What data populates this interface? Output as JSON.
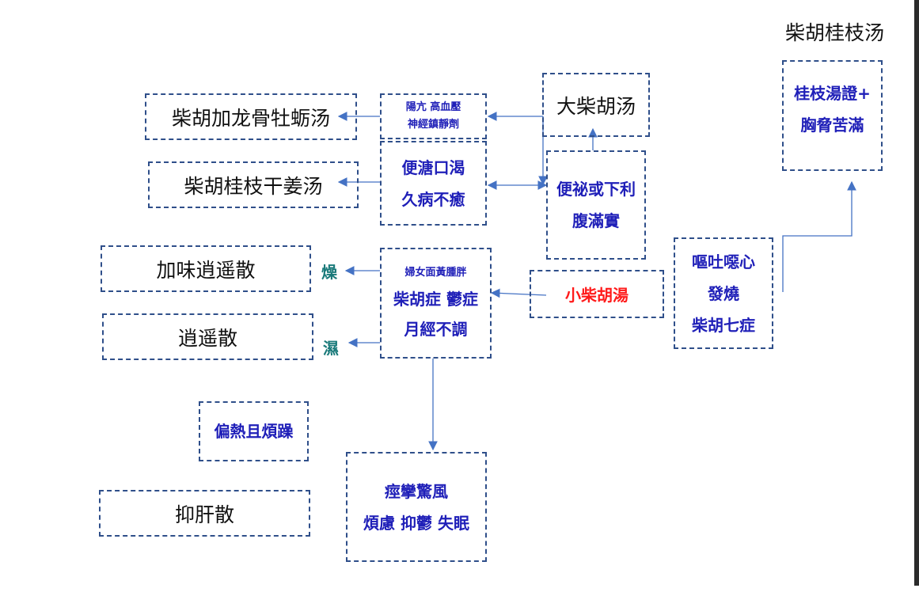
{
  "header_label": "柴胡桂枝汤",
  "nodes": {
    "longgu": "柴胡加龙骨牡蛎汤",
    "guizhi_ganjiang": "柴胡桂枝干姜汤",
    "jiawei_xiaoyao": "加味逍遥散",
    "xiaoyao": "逍遥散",
    "yigan": "抑肝散",
    "pianre": "偏熱且煩躁",
    "yangkang_line1": "陽亢  高血壓",
    "yangkang_line2": "神經鎮靜劑",
    "bianjin_line1": "便溏口渴",
    "bianjin_line2": "久病不癒",
    "funv_line1": "婦女面黃腫胖",
    "funv_line2": "柴胡症  鬱症",
    "funv_line3": "月經不調",
    "jingluan_line1": "痙攣驚風",
    "jingluan_line2": "煩慮 抑鬱 失眠",
    "dachaihu": "大柴胡汤",
    "bianmi_line1": "便祕或下利",
    "bianmi_line2": "腹滿實",
    "xiaochaihu": "小柴胡湯",
    "outu_line1": "嘔吐噁心",
    "outu_line2": "發燒",
    "outu_line3": "柴胡七症",
    "guizhitang_line1": "桂枝湯證+",
    "guizhitang_line2": "胸脅苦滿"
  },
  "edge_labels": {
    "zao": "燥",
    "shi": "濕"
  },
  "colors": {
    "border": "#2f4f8a",
    "arrow": "#4472c4",
    "blue_text": "#1f1fb8",
    "red_text": "#ff1a1a",
    "teal_text": "#1a7a7a"
  }
}
